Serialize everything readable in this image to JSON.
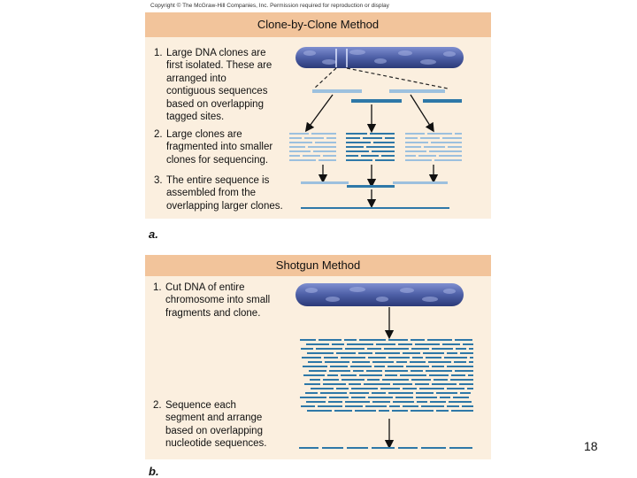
{
  "copyright": "Copyright © The McGraw-Hill Companies, Inc. Permission required for reproduction or display",
  "clone_by_clone": {
    "title": "Clone-by-Clone Method",
    "steps": [
      {
        "num": "1.",
        "lines": [
          "Large DNA clones are",
          "first isolated. These are",
          "arranged into",
          "contiguous sequences",
          "based on overlapping",
          "tagged sites."
        ]
      },
      {
        "num": "2.",
        "lines": [
          "Large clones are",
          "fragmented into smaller",
          "clones for sequencing."
        ]
      },
      {
        "num": "3.",
        "lines": [
          "The entire sequence is",
          "assembled from the",
          "overlapping larger clones."
        ]
      }
    ],
    "label": "a."
  },
  "shotgun": {
    "title": "Shotgun Method",
    "steps": [
      {
        "num": "1.",
        "lines": [
          "Cut DNA of entire",
          "chromosome into small",
          "fragments and clone."
        ]
      },
      {
        "num": "2.",
        "lines": [
          "Sequence each",
          "segment and arrange",
          "based on overlapping",
          "nucleotide sequences."
        ]
      }
    ],
    "label": "b."
  },
  "page_number": "18",
  "colors": {
    "panel_bg": "#fbefdf",
    "header_bg": "#f2c49b",
    "chromosome": "#4d5fa6",
    "light_bar": "#9cc0de",
    "dark_bar": "#2e78a8"
  }
}
